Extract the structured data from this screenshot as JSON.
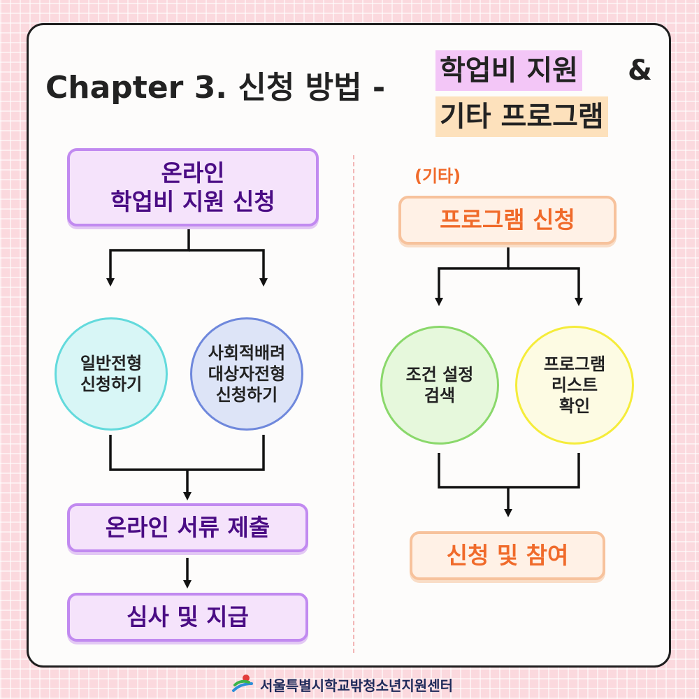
{
  "header": {
    "title": "Chapter 3. 신청 방법 -",
    "highlight1": "학업비 지원",
    "amp": "&",
    "highlight2": "기타 프로그램"
  },
  "left": {
    "start": "온라인\n학업비 지원 신청",
    "branch1": "일반전형\n신청하기",
    "branch2": "사회적배려\n대상자전형\n신청하기",
    "submit": "온라인 서류 제출",
    "final": "심사 및 지급"
  },
  "right": {
    "tag": "(기타)",
    "start": "프로그램 신청",
    "branch1": "조건 설정\n검색",
    "branch2": "프로그램\n리스트\n확인",
    "final": "신청 및 참여"
  },
  "footer": {
    "org": "서울특별시학교밖청소년지원센터"
  },
  "colors": {
    "purple_border": "#c18af0",
    "purple_text": "#4a0c84",
    "orange_border": "#f7c29c",
    "orange_text": "#f06a2a",
    "circle_cyan": "#63dadc",
    "circle_blue": "#6f88dc",
    "circle_green": "#8ad86b",
    "circle_yellow": "#f5ec3a"
  }
}
